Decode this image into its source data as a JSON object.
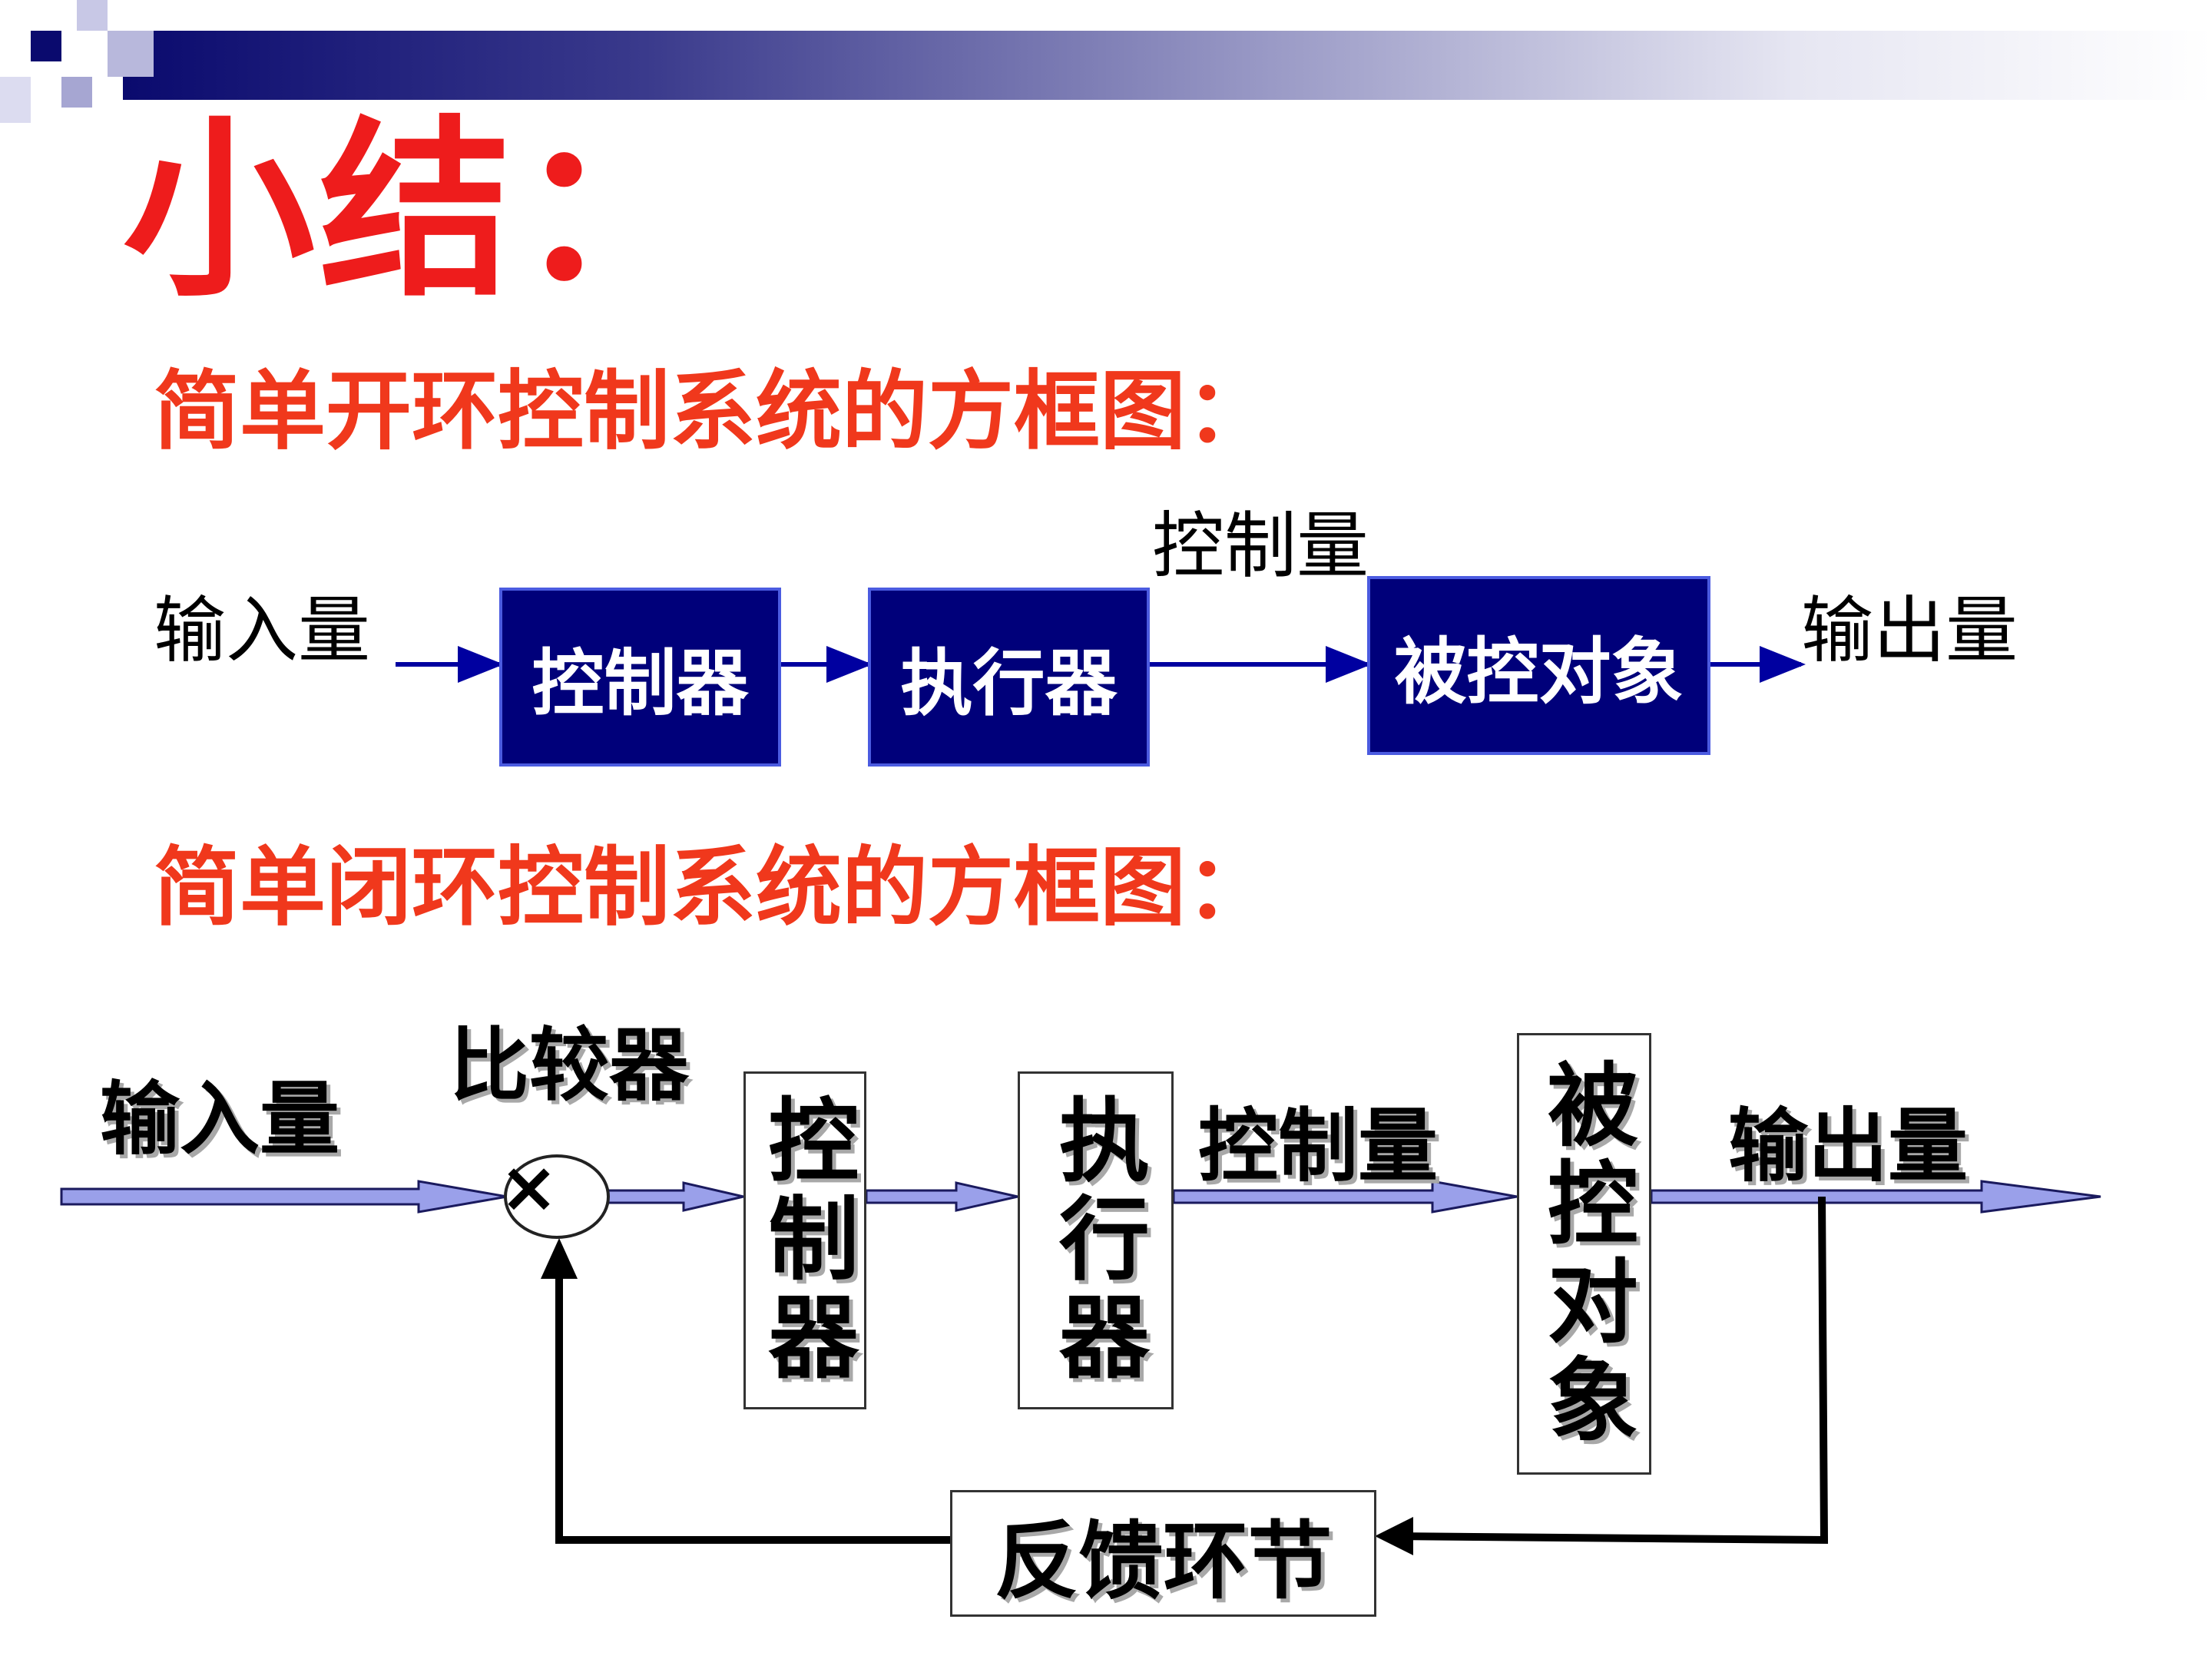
{
  "slide": {
    "title": "小结：",
    "open_heading": "简单开环控制系统的方框图：",
    "closed_heading": "简单闭环控制系统的方框图："
  },
  "open_loop": {
    "input_label": "输入量",
    "control_label": "控制量",
    "output_label": "输出量",
    "controller": "控制器",
    "actuator": "执行器",
    "plant": "被控对象"
  },
  "closed_loop": {
    "input_label": "输入量",
    "comparator_label": "比较器",
    "comparator_symbol": "×",
    "controller": "控制器",
    "actuator": "执行器",
    "control_label": "控制量",
    "plant": "被控对象",
    "output_label": "输出量",
    "feedback": "反馈环节"
  },
  "colors": {
    "title_red": "#ee1c1c",
    "heading_red": "#f0381c",
    "block_navy": "#00007a",
    "arrow_blue": "#0000a0",
    "arrow_light": "#9aa0ea"
  }
}
